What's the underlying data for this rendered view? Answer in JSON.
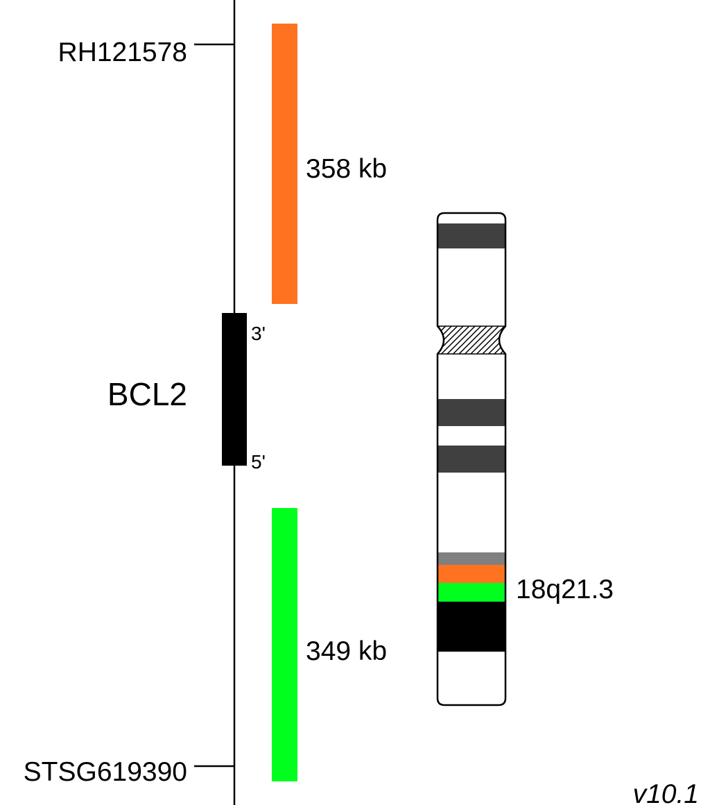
{
  "markers": {
    "top": "RH121578",
    "bottom": "STSG619390"
  },
  "gene": {
    "name": "BCL2",
    "end_top": "3'",
    "end_bottom": "5'",
    "color": "#000000"
  },
  "probes": {
    "upstream": {
      "size_label": "358 kb",
      "color": "#FF7320"
    },
    "downstream": {
      "size_label": "349 kb",
      "color": "#00FF1F"
    }
  },
  "chromosome": {
    "band_label": "18q21.3",
    "band_colors": {
      "dark": "#404040",
      "gray": "#808080",
      "black": "#000000"
    }
  },
  "version": "v10.1"
}
